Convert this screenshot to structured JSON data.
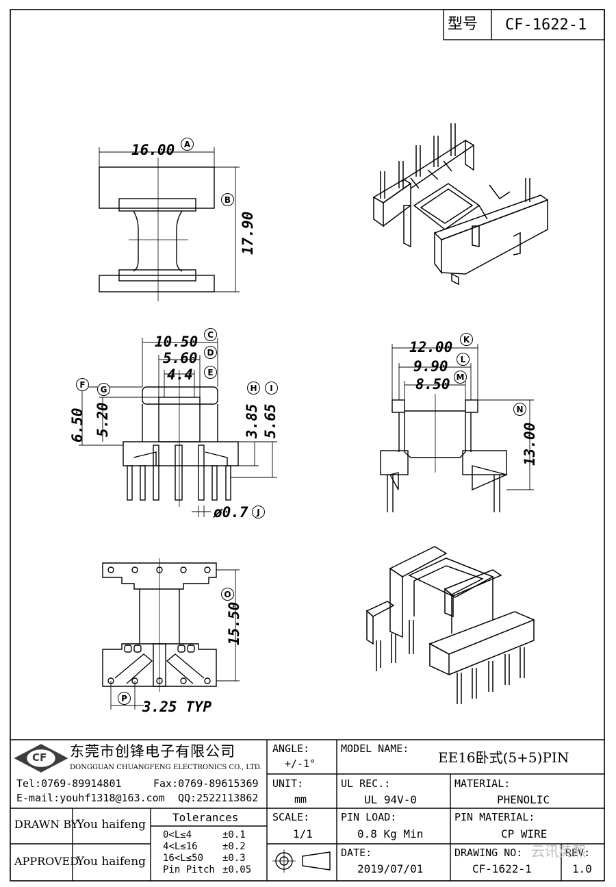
{
  "header": {
    "model_label": "型号",
    "model_value": "CF-1622-1"
  },
  "company": {
    "logo_text": "CF",
    "name_cn": "东莞市创锋电子有限公司",
    "name_en": "DONGGUAN CHUANGFENG ELECTRONICS CO., LTD.",
    "tel": "Tel:0769-89914801",
    "fax": "Fax:0769-89615369",
    "email": "E-mail:youhf1318@163.com",
    "qq": "QQ:2522113862"
  },
  "title_block": {
    "angle_label": "ANGLE:",
    "angle_value": "+/-1°",
    "model_name_label": "MODEL NAME:",
    "model_name_value": "EE16卧式(5+5)PIN",
    "unit_label": "UNIT:",
    "unit_value": "mm",
    "ul_label": "UL REC.:",
    "ul_value": "UL 94V-0",
    "material_label": "MATERIAL:",
    "material_value": "PHENOLIC",
    "scale_label": "SCALE:",
    "scale_value": "1/1",
    "pin_load_label": "PIN LOAD:",
    "pin_load_value": "0.8 Kg Min",
    "pin_material_label": "PIN MATERIAL:",
    "pin_material_value": "CP WIRE",
    "date_label": "DATE:",
    "date_value": "2019/07/01",
    "drawing_no_label": "DRAWING NO:",
    "drawing_no_value": "CF-1622-1",
    "rev_label": "REV:",
    "rev_value": "1.0",
    "drawn_by_label": "DRAWN BY",
    "drawn_by_value": "You haifeng",
    "approved_label": "APPROVED",
    "approved_value": "You haifeng",
    "tolerances_title": "Tolerances",
    "tolerances": [
      {
        "range": "0<L≤4",
        "value": "±0.1"
      },
      {
        "range": "4<L≤16",
        "value": "±0.2"
      },
      {
        "range": "16<L≤50",
        "value": "±0.3"
      },
      {
        "range": "Pin Pitch",
        "value": "±0.05"
      }
    ],
    "watermark": "云讯英熙"
  },
  "dimensions": {
    "A": {
      "label": "A",
      "value": "16.00"
    },
    "B": {
      "label": "B",
      "value": "17.90"
    },
    "C": {
      "label": "C",
      "value": "10.50"
    },
    "D": {
      "label": "D",
      "value": "5.60"
    },
    "E": {
      "label": "E",
      "value": "4.4"
    },
    "F": {
      "label": "F",
      "value": "6.50"
    },
    "G": {
      "label": "G",
      "value": "5.20"
    },
    "H": {
      "label": "H",
      "value": "3.85"
    },
    "I": {
      "label": "I",
      "value": "5.65"
    },
    "J": {
      "label": "J",
      "value": "ø0.7"
    },
    "K": {
      "label": "K",
      "value": "12.00"
    },
    "L": {
      "label": "L",
      "value": "9.90"
    },
    "M": {
      "label": "M",
      "value": "8.50"
    },
    "N": {
      "label": "N",
      "value": "13.00"
    },
    "O": {
      "label": "O",
      "value": "15.50"
    },
    "P": {
      "label": "P",
      "value": "3.25 TYP"
    }
  }
}
